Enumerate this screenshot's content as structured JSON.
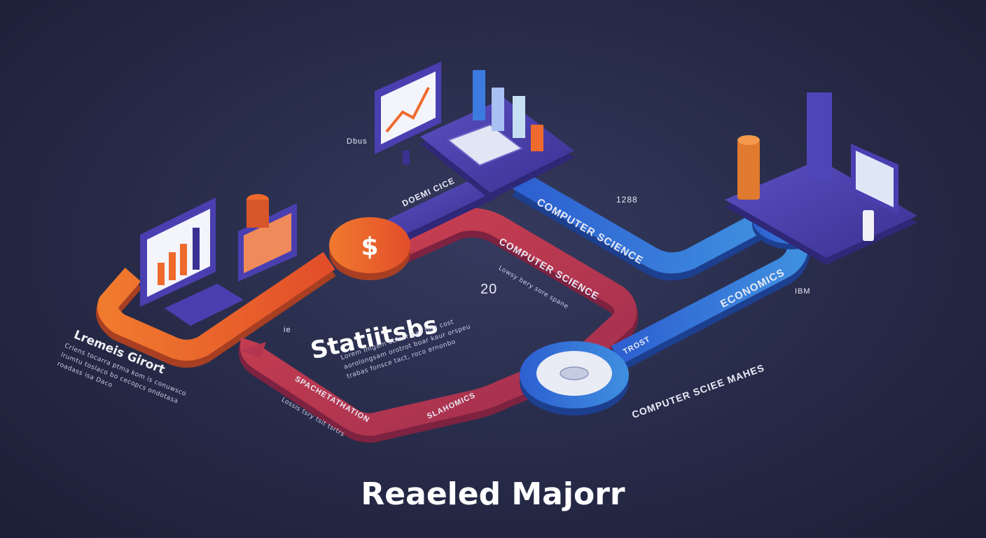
{
  "title": "Reaeled Majorr",
  "statistics": {
    "heading": "Statiitsbs",
    "body": "Lorem Imgam obiser baz fmy cost aorolongsam orotrot boar kaur orspeu trabas fonsce tact, roco ernonbo"
  },
  "left_panel": {
    "heading": "Lremeis Girort",
    "body": "Crlens tocarra ptma kom is conuwsco lrumtu toslaco bo cecopcs ondotasa roadass isa Daco"
  },
  "path_labels": {
    "top_segment": "DOEMI CICE",
    "top_blue": "COMPUTER SCIENCE",
    "red_segment": "COMPUTER SCIENCE",
    "red_sub": "Lowsy bery sore spane",
    "economics": "ECONOMICS",
    "trost": "TROST",
    "right_bottom": "COMPUTER SCIEE MAHES",
    "red_lower_left": "SPACHETATHATION",
    "red_lower_left_sub": "Lossis tsry tsit tsrtrs",
    "red_lower_right": "SLAHOMICS"
  },
  "annotations": {
    "n20": "20",
    "n1288": "1288",
    "n2dus": "Dbus",
    "nibm": "IBM",
    "nk": "ie"
  },
  "colors": {
    "orange": "#e8622c",
    "red": "#c43a4f",
    "blue": "#2f6fd3",
    "purple": "#4b3fa8",
    "background": "#262a47"
  }
}
